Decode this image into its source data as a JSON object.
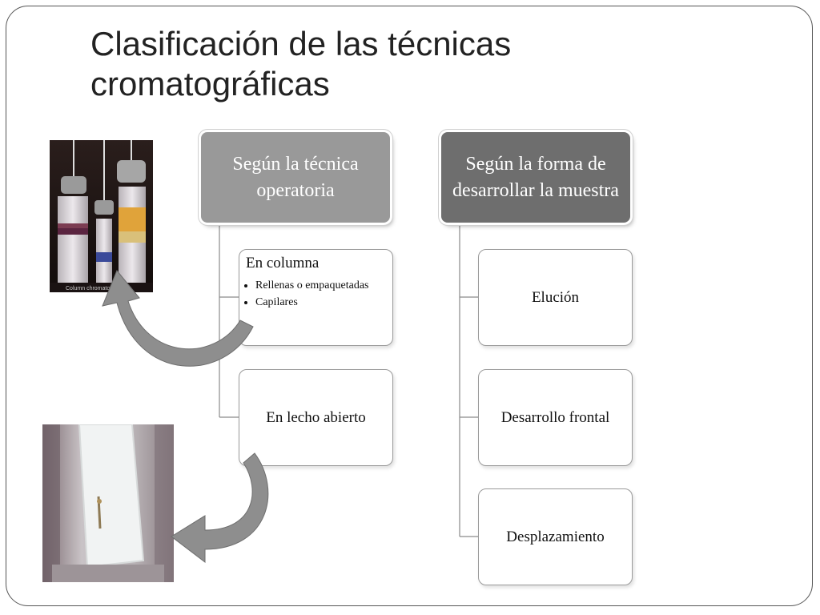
{
  "slide": {
    "title_line1": "Clasificación de las técnicas",
    "title_line2": "cromatográficas"
  },
  "diagram": {
    "branch1": {
      "header": "Según la técnica operatoria",
      "items": [
        {
          "label": "En columna",
          "bullets": [
            "Rellenas o empaquetadas",
            "Capilares"
          ]
        },
        {
          "label": "En lecho abierto"
        }
      ]
    },
    "branch2": {
      "header": "Según la forma de desarrollar la muestra",
      "items": [
        {
          "label": "Elución"
        },
        {
          "label": "Desarrollo frontal"
        },
        {
          "label": "Desplazamiento"
        }
      ]
    }
  },
  "images": {
    "column_photo": {
      "caption": "Column chromatography"
    },
    "plate_photo": {
      "caption": ""
    }
  },
  "colors": {
    "header1": "#999999",
    "header2": "#6e6e6e",
    "arrow": "#8c8c8c",
    "border": "#9a9a9a"
  },
  "icons": {
    "curved_arrow_1": "curved-arrow-icon",
    "curved_arrow_2": "curved-arrow-icon"
  }
}
